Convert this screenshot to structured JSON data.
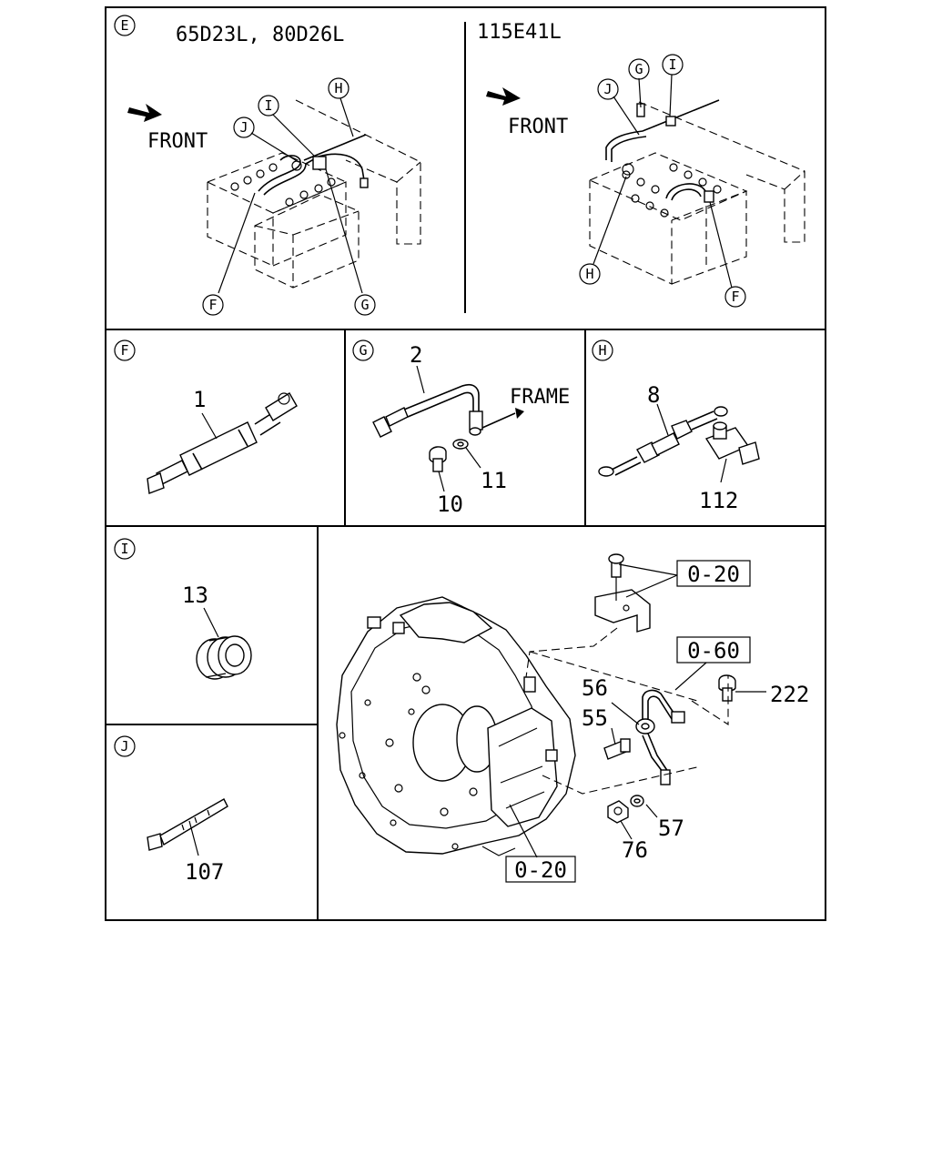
{
  "panel_e": {
    "letter": "E",
    "left_title": "65D23L, 80D26L",
    "right_title": "115E41L",
    "front_label": "FRONT",
    "callouts": [
      "I",
      "H",
      "J",
      "F",
      "G"
    ]
  },
  "panel_f": {
    "letter": "F",
    "part_no": "1"
  },
  "panel_g": {
    "letter": "G",
    "part_no_cable": "2",
    "frame_label": "FRAME",
    "part_no_washer": "11",
    "part_no_bolt": "10"
  },
  "panel_h": {
    "letter": "H",
    "part_no_cable": "8",
    "part_no_terminal": "112"
  },
  "panel_i": {
    "letter": "I",
    "part_no": "13"
  },
  "panel_j": {
    "letter": "J",
    "part_no": "107"
  },
  "panel_main": {
    "ref_top": "0-20",
    "ref_mid": "0-60",
    "ref_bottom": "0-20",
    "parts": [
      "56",
      "55",
      "222",
      "57",
      "76"
    ]
  }
}
